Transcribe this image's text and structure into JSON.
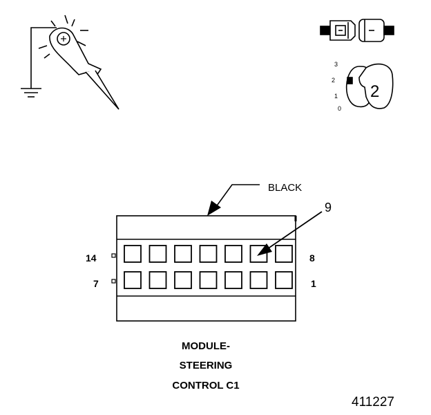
{
  "connector": {
    "color_label": "BLACK",
    "pointer_pin": "9",
    "rows": [
      {
        "left_pin": "14",
        "right_pin": "8",
        "cavities": 7
      },
      {
        "left_pin": "7",
        "right_pin": "1",
        "cavities": 7
      }
    ]
  },
  "title": {
    "line1": "MODULE-",
    "line2": "STEERING",
    "line3": "CONTROL C1"
  },
  "ignition": {
    "positions": [
      "3",
      "2",
      "1",
      "0"
    ],
    "selected": "2"
  },
  "figure_number": "411227",
  "icons": [
    "test-light-ground-icon",
    "connector-disconnect-icon",
    "ignition-key-icon"
  ]
}
